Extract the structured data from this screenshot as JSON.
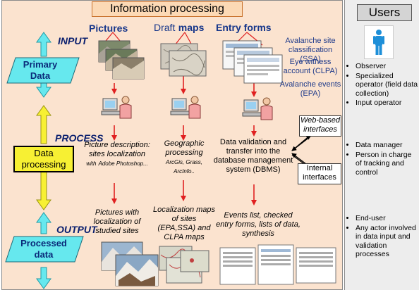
{
  "title": "Information processing",
  "users": {
    "title": "Users",
    "groups": [
      [
        "Observer",
        "Specialized operator (field data collection)",
        "Input operator"
      ],
      [
        "Data manager",
        "Person in charge of tracking and control"
      ],
      [
        "End-user",
        "Any actor involved in data input and validation processes"
      ]
    ]
  },
  "stages": {
    "input": "INPUT",
    "process": "PROCESS",
    "output": "OUTPUT"
  },
  "levels": {
    "primary": "Primary Data",
    "processing": "Data processing",
    "processed": "Processed data"
  },
  "columns": {
    "pictures": "Pictures",
    "draft": "Draft",
    "maps": "maps",
    "entry_forms": "Entry forms"
  },
  "forms_list": {
    "ssa": "Avalanche site classification (SSA)",
    "clpa": "Eye witness account (CLPA)",
    "epa": "Avalanche events (EPA)"
  },
  "process_texts": {
    "pictures_main": "Picture description: sites localization",
    "pictures_with": "with",
    "pictures_tool": "Adobe Photoshop...",
    "geo_main": "Geographic processing",
    "geo_tools": "ArcGis, Grass, ArcInfo..",
    "dbms": "Data validation and transfer into the database management system (DBMS)"
  },
  "interfaces": {
    "web": "Web-based interfaces",
    "internal": "Internal interfaces"
  },
  "output_texts": {
    "pictures": "Pictures with localization of studied sites",
    "maps": "Localization maps of sites (EPA,SSA) and CLPA maps",
    "events": "Events list, checked entry forms, lists of data, synthesis"
  },
  "colors": {
    "panel_bg": "#fbe3cf",
    "title_bg": "#fcd9b5",
    "cyan_arrow": "#66e8ee",
    "yellow_arrow": "#f7f033",
    "flow_arrow": "#e02020",
    "text_blue": "#16368a",
    "user_icon": "#1e8fd8"
  },
  "icons": {
    "user": "person-icon",
    "worker": "computer-user-icon"
  }
}
